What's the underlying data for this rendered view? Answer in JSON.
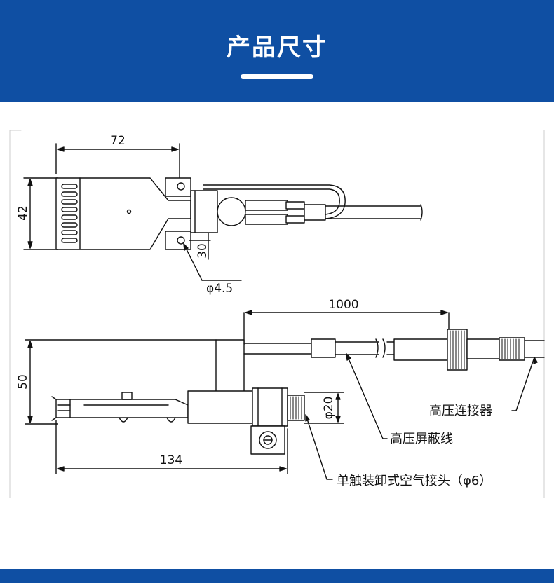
{
  "header": {
    "title": "产品尺寸"
  },
  "top_view": {
    "width_dim": "72",
    "height_dim": "42",
    "side_dim": "30",
    "hole_dim": "φ4.5"
  },
  "side_view": {
    "cable_length_dim": "1000",
    "height_dim": "50",
    "length_dim": "134",
    "diameter_dim": "φ20"
  },
  "callouts": {
    "hv_connector": "高压连接器",
    "hv_shield_cable": "高压屏蔽线",
    "air_fitting": "单触装卸式空气接头（φ6）"
  }
}
